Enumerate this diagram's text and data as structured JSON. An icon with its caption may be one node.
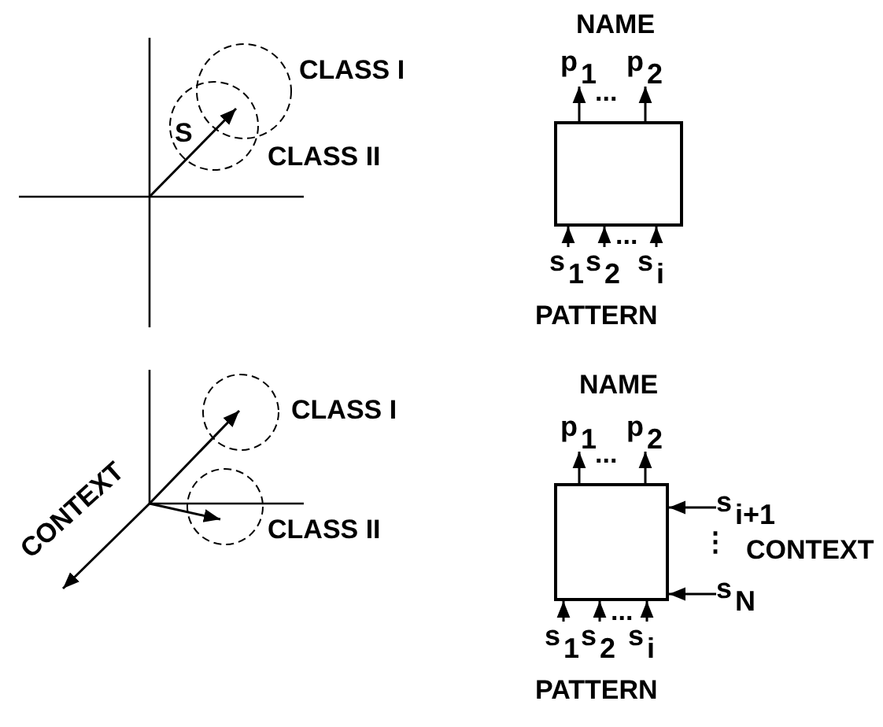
{
  "diagram": {
    "nodes": [
      {
        "text": [],
        "shape": "box"
      },
      {
        "text": [
          "p$_{1}$"
        ]
      },
      {
        "text": [
          "p$_{2}$"
        ]
      },
      {
        "text": [
          "s$_{1}$"
        ]
      },
      {
        "text": [
          "s$_{2}$"
        ]
      },
      {
        "text": [
          "s$_{i}$"
        ]
      },
      {
        "text": [],
        "shape": "box"
      },
      {
        "text": [
          "p$_{1}$"
        ]
      },
      {
        "text": [
          "p$_{2}$"
        ]
      },
      {
        "text": [
          "s$_{1}$"
        ]
      },
      {
        "text": [
          "s$_{2}$"
        ]
      },
      {
        "text": [
          "s$_{i}$"
        ]
      },
      {
        "text": [
          "s$_{i+1}$"
        ]
      },
      {
        "text": [
          "s$_{N}$"
        ]
      }
    ],
    "edges": [
      {
        "from": 0,
        "to": 1,
        "arrow": "to"
      },
      {
        "from": 0,
        "to": 2,
        "arrow": "to"
      },
      {
        "from": 3,
        "to": 0,
        "arrow": "to"
      },
      {
        "from": 4,
        "to": 0,
        "arrow": "to"
      },
      {
        "from": 5,
        "to": 0,
        "arrow": "to"
      },
      {
        "from": 6,
        "to": 7,
        "arrow": "to"
      },
      {
        "from": 6,
        "to": 8,
        "arrow": "to"
      },
      {
        "from": 9,
        "to": 6,
        "arrow": "to"
      },
      {
        "from": 10,
        "to": 6,
        "arrow": "to"
      },
      {
        "from": 11,
        "to": 6,
        "arrow": "to"
      },
      {
        "from": 12,
        "to": 6,
        "arrow": "to"
      },
      {
        "from": 13,
        "to": 6,
        "arrow": "to"
      }
    ],
    "labels": [
      "CLASS I",
      "S",
      "CLASS II",
      "NAME",
      "...",
      "...",
      "PATTERN",
      "CLASS I",
      "CLASS II",
      "CONTEXT",
      "NAME",
      "...",
      "⋮",
      "CONTEXT",
      "...",
      "PATTERN"
    ]
  }
}
